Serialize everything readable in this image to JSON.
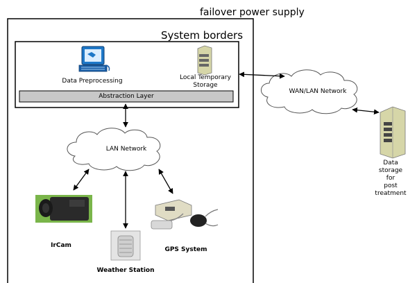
{
  "diagram": {
    "power_label": "failover power supply",
    "system_borders_label": "System borders",
    "data_preprocessing_label": "Data Preprocessing",
    "local_storage_label": "Local Temporary\nStorage",
    "abstraction_layer_label": "Abstraction Layer",
    "lan_network_label": "LAN Network",
    "wan_network_label": "WAN/LAN Network",
    "data_storage_label": "Data storage\nfor\npost treatment",
    "ircam_label": "IrCam",
    "weather_station_label": "Weather Station",
    "gps_label": "GPS System"
  },
  "colors": {
    "line": "#000000",
    "abstraction_fill": "#c8c8c8",
    "cloud_stroke": "#555555",
    "server_fill": "#d6d6a8",
    "monitor_blue": "#1e78c8",
    "camera_green": "#7ab54a"
  }
}
